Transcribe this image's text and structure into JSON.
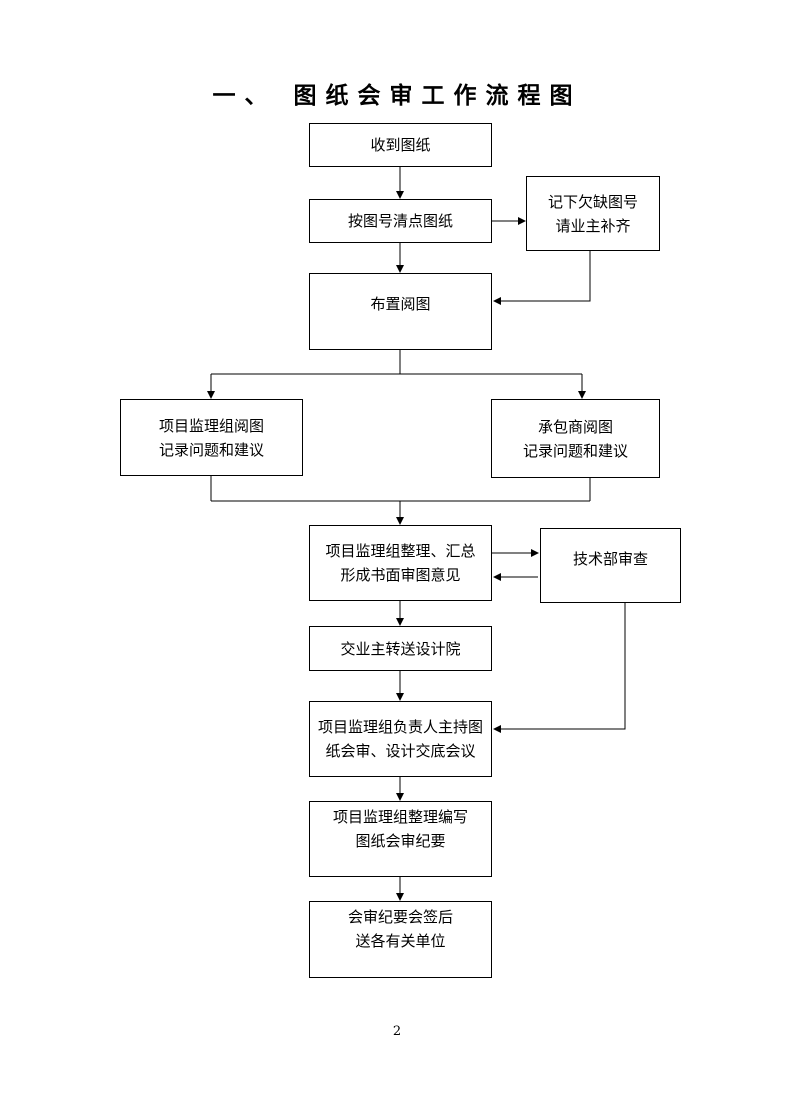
{
  "title": "一、 图纸会审工作流程图",
  "nodes": {
    "receive": {
      "lines": [
        "收到图纸"
      ]
    },
    "check": {
      "lines": [
        "按图号清点图纸"
      ]
    },
    "missing": {
      "lines": [
        "记下欠缺图号",
        "请业主补齐"
      ]
    },
    "arrange": {
      "lines": [
        "布置阅图"
      ]
    },
    "supervisor_review": {
      "lines": [
        "项目监理组阅图",
        "记录问题和建议"
      ]
    },
    "contractor_review": {
      "lines": [
        "承包商阅图",
        "记录问题和建议"
      ]
    },
    "compile": {
      "lines": [
        "项目监理组整理、汇总",
        "形成书面审图意见"
      ]
    },
    "tech_check": {
      "lines": [
        "技术部审查"
      ]
    },
    "forward": {
      "lines": [
        "交业主转送设计院"
      ]
    },
    "meeting": {
      "lines": [
        "项目监理组负责人主持图",
        "纸会审、设计交底会议"
      ]
    },
    "minutes": {
      "lines": [
        "项目监理组整理编写",
        "图纸会审纪要"
      ]
    },
    "distribute": {
      "lines": [
        "会审纪要会签后",
        "送各有关单位"
      ]
    }
  },
  "page_number": "2"
}
